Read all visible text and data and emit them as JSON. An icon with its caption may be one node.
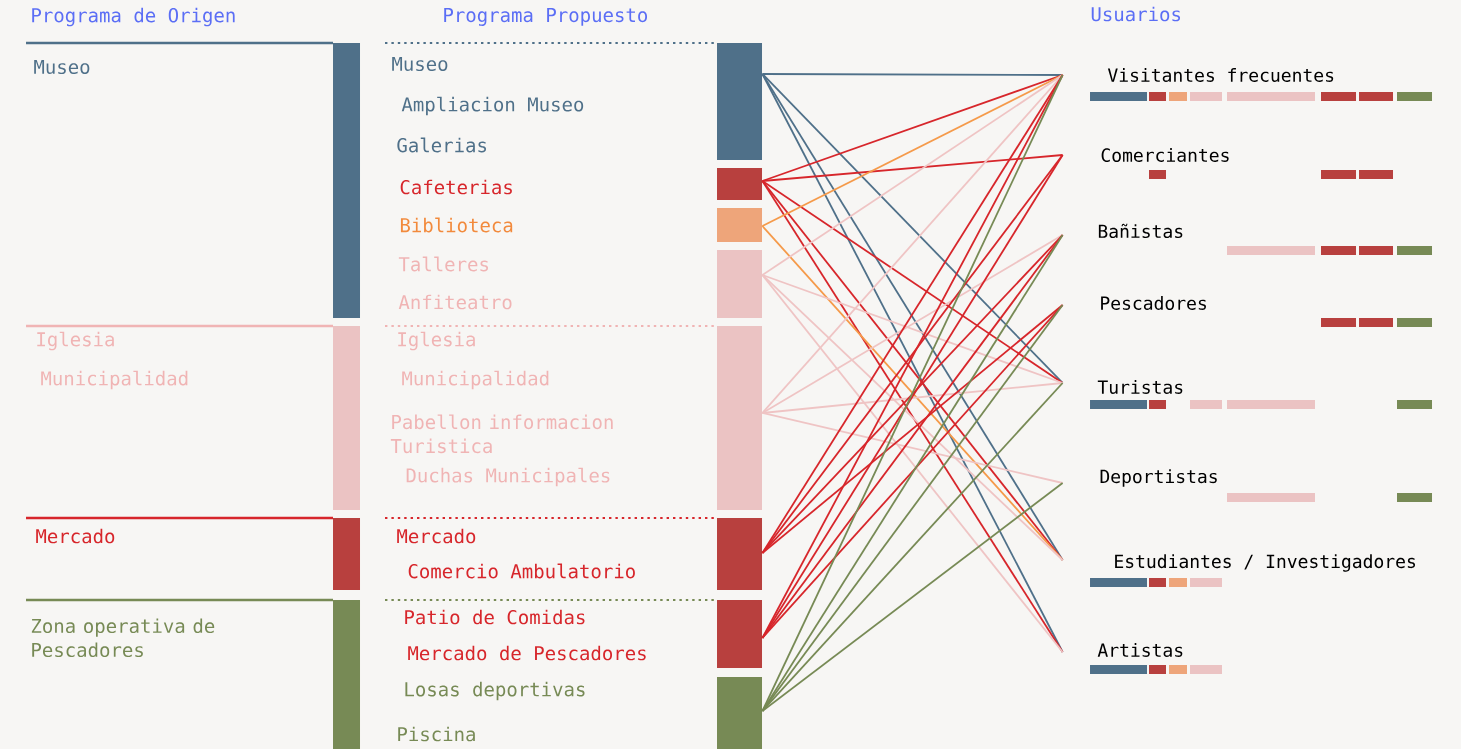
{
  "diagram": {
    "nodes": [
      {
        "text": [
          "Museo"
        ]
      },
      {
        "text": [
          "Iglesia",
          "Municipalidad"
        ]
      },
      {
        "text": [
          "Mercado"
        ]
      },
      {
        "text": [
          "Zona operativa de Pescadores"
        ]
      },
      {
        "text": [],
        "shape": "bar"
      },
      {
        "text": [],
        "shape": "bar"
      },
      {
        "text": [],
        "shape": "bar"
      },
      {
        "text": [],
        "shape": "bar"
      },
      {
        "text": [],
        "shape": "bar"
      },
      {
        "text": [],
        "shape": "bar"
      },
      {
        "text": [],
        "shape": "bar"
      },
      {
        "text": [],
        "shape": "bar"
      },
      {
        "text": [
          "Visitantes frecuentes"
        ]
      },
      {
        "text": [
          "Comerciantes"
        ]
      },
      {
        "text": [
          "Bañistas"
        ]
      },
      {
        "text": [
          "Pescadores"
        ]
      },
      {
        "text": [
          "Turistas"
        ]
      },
      {
        "text": [
          "Deportistas"
        ]
      },
      {
        "text": [
          "Estudiantes / Investigadores"
        ]
      },
      {
        "text": [
          "Artistas"
        ]
      }
    ],
    "edges": [
      {
        "from": 4,
        "to": 12,
        "arrow": "none",
        "color": "#4f7089"
      },
      {
        "from": 4,
        "to": 16,
        "arrow": "none",
        "color": "#4f7089"
      },
      {
        "from": 4,
        "to": 18,
        "arrow": "none",
        "color": "#4f7089"
      },
      {
        "from": 4,
        "to": 19,
        "arrow": "none",
        "color": "#4f7089"
      },
      {
        "from": 5,
        "to": 12,
        "arrow": "none"
      },
      {
        "from": 5,
        "to": 13,
        "arrow": "none"
      },
      {
        "from": 5,
        "to": 16,
        "arrow": "none"
      },
      {
        "from": 5,
        "to": 18,
        "arrow": "none"
      },
      {
        "from": 5,
        "to": 19,
        "arrow": "none"
      },
      {
        "from": 6,
        "to": 12,
        "arrow": "none",
        "color": "#f59a4a"
      },
      {
        "from": 6,
        "to": 18,
        "arrow": "none",
        "color": "#f59a4a"
      },
      {
        "from": 7,
        "to": 12,
        "arrow": "none",
        "color": "#efc4c4"
      },
      {
        "from": 7,
        "to": 16,
        "arrow": "none",
        "color": "#efc4c4"
      },
      {
        "from": 7,
        "to": 18,
        "arrow": "none",
        "color": "#efc4c4"
      },
      {
        "from": 7,
        "to": 19,
        "arrow": "none",
        "color": "#efc4c4"
      },
      {
        "from": 8,
        "to": 12,
        "arrow": "none",
        "color": "#efc4c4"
      },
      {
        "from": 8,
        "to": 14,
        "arrow": "none",
        "color": "#efc4c4"
      },
      {
        "from": 8,
        "to": 16,
        "arrow": "none",
        "color": "#efc4c4"
      },
      {
        "from": 8,
        "to": 17,
        "arrow": "none",
        "color": "#efc4c4"
      },
      {
        "from": 9,
        "to": 12,
        "arrow": "none"
      },
      {
        "from": 9,
        "to": 13,
        "arrow": "none"
      },
      {
        "from": 9,
        "to": 14,
        "arrow": "none"
      },
      {
        "from": 9,
        "to": 15,
        "arrow": "none"
      },
      {
        "from": 10,
        "to": 12,
        "arrow": "none"
      },
      {
        "from": 10,
        "to": 13,
        "arrow": "none"
      },
      {
        "from": 10,
        "to": 14,
        "arrow": "none"
      },
      {
        "from": 10,
        "to": 15,
        "arrow": "none"
      },
      {
        "from": 11,
        "to": 12,
        "arrow": "none",
        "color": "#778a55"
      },
      {
        "from": 11,
        "to": 14,
        "arrow": "none",
        "color": "#778a55"
      },
      {
        "from": 11,
        "to": 15,
        "arrow": "none",
        "color": "#778a55"
      },
      {
        "from": 11,
        "to": 16,
        "arrow": "none",
        "color": "#778a55"
      },
      {
        "from": 11,
        "to": 17,
        "arrow": "none",
        "color": "#778a55"
      }
    ],
    "labels": [
      "Programa de Origen",
      "Programa Propuesto",
      "Usuarios",
      "Museo",
      "Ampliacion Museo",
      "Galerias",
      "Cafeterias",
      "Biblioteca",
      "Talleres",
      "Anfiteatro",
      "Iglesia",
      "Municipalidad",
      "Pabellon informacion Turistica",
      "Duchas Municipales",
      "Mercado",
      "Comercio Ambulatorio",
      "Patio de Comidas",
      "Mercado de Pescadores",
      "Losas deportivas",
      "Piscina"
    ]
  }
}
